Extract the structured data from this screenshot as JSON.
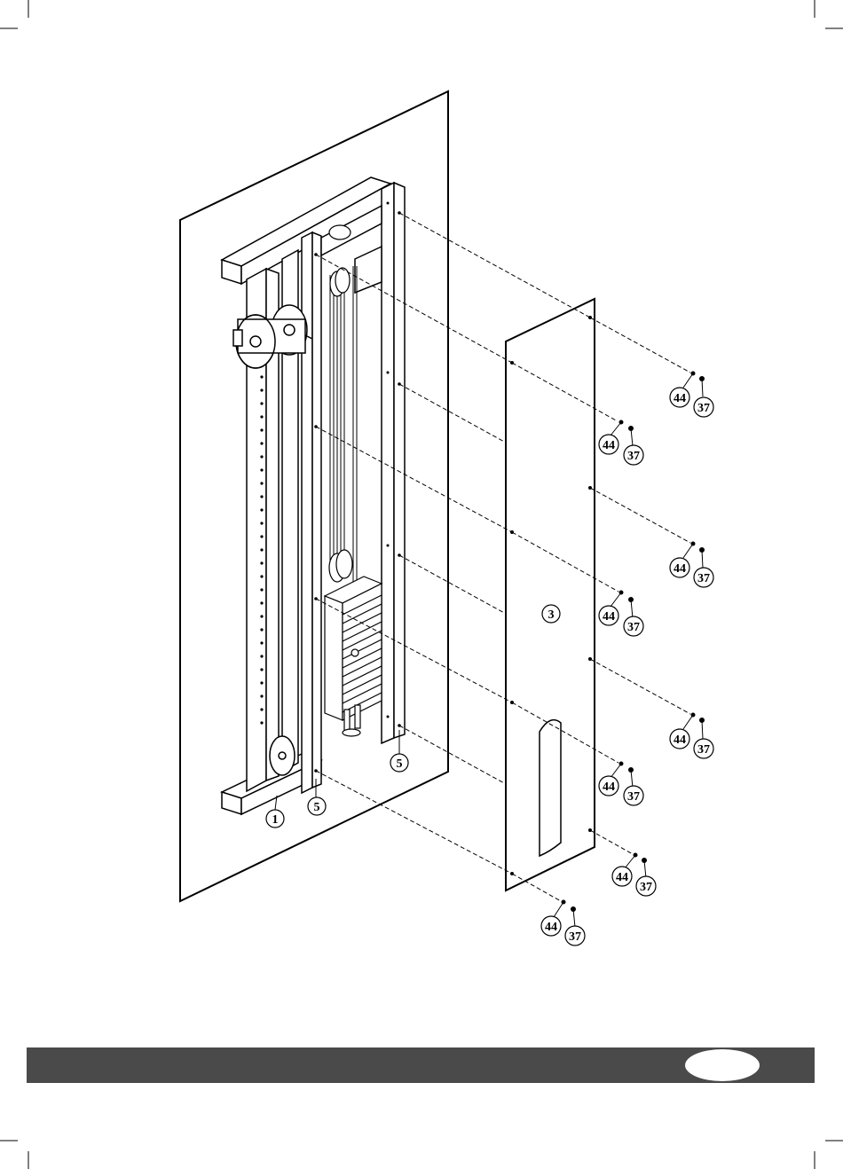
{
  "figure": {
    "part_labels": {
      "frame": "1",
      "cover_panel": "3",
      "upright_left": "5",
      "upright_right": "5"
    },
    "fastener_labels": {
      "washer": "44",
      "bolt": "37"
    }
  },
  "footer": {
    "page_number": ""
  }
}
